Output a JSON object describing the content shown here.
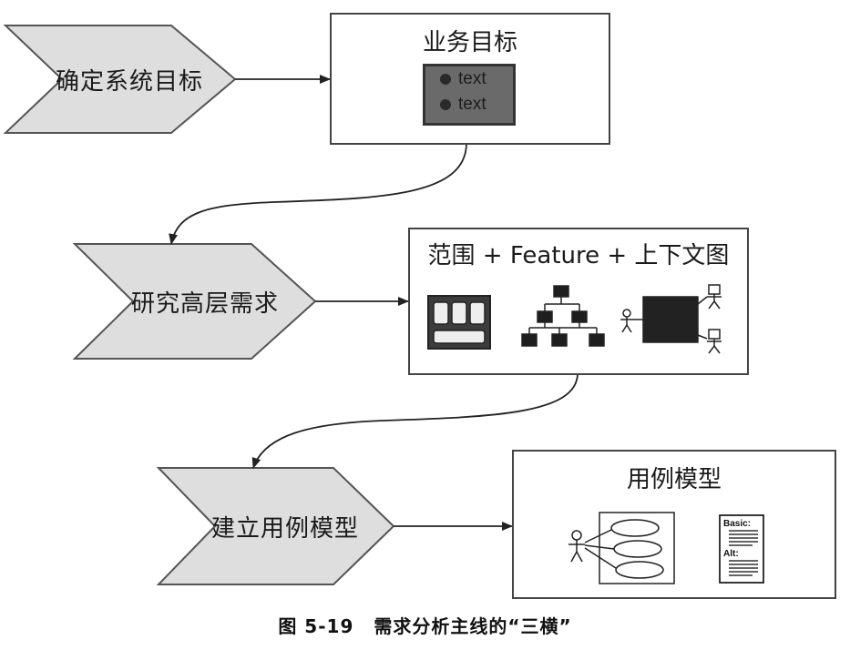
{
  "steps": [
    {
      "label": "确定系统目标"
    },
    {
      "label": "研究高层需求"
    },
    {
      "label": "建立用例模型"
    }
  ],
  "boxes": {
    "business": {
      "title": "业务目标",
      "items": [
        "text",
        "text"
      ]
    },
    "scope": {
      "title": "范围 + Feature + 上下文图"
    },
    "usecase": {
      "title": "用例模型",
      "doc_labels": [
        "Basic:",
        "Alt:"
      ]
    }
  },
  "caption": {
    "figure": "图 5-19",
    "text": "需求分析主线的“三横”"
  },
  "colors": {
    "chevron_fill": "#dedede",
    "chevron_stroke": "#555555",
    "panel": "#6a6a6a"
  }
}
